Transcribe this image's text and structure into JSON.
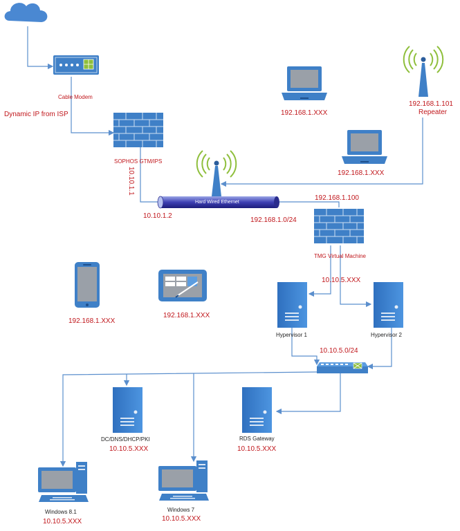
{
  "colors": {
    "line": "#5b8fcd",
    "device_blue": "#3f80c7",
    "device_blue_light": "#5c9de0",
    "label_red": "#c0161b",
    "wifi_green": "#8fbf3c"
  },
  "labels": {
    "cable_modem": "Cable Modem",
    "dynamic_ip": "Dynamic IP from ISP",
    "sophos": "SOPHOS GTM/IPS",
    "sophos_ip_vertical": "10.10.1.1",
    "ethernet": "Hard Wired Ethernet",
    "ethernet_left_ip": "10.10.1.2",
    "subnet_192": "192.168.1.0/24",
    "tmg_ip": "192.168.1.100",
    "laptop1_ip": "192.168.1.XXX",
    "laptop2_ip": "192.168.1.XXX",
    "repeater_ip": "192.168.1.101",
    "repeater": "Repeater",
    "tmg": "TMG Virtual Machine",
    "tmg_inner_ip": "10.10.5.XXX",
    "phone_ip": "192.168.1.XXX",
    "tablet_ip": "192.168.1.XXX",
    "hypervisor1": "Hypervisor 1",
    "hypervisor2": "Hypervisor 2",
    "subnet_10": "10.10.5.0/24",
    "dc": "DC/DNS/DHCP/PKI",
    "dc_ip": "10.10.5.XXX",
    "rds": "RDS Gateway",
    "rds_ip": "10.10.5.XXX",
    "win81": "Windows 8.1",
    "win81_ip": "10.10.5.XXX",
    "win7": "Windows 7",
    "win7_ip": "10.10.5.XXX"
  },
  "icons": {
    "cloud": "cloud-icon",
    "modem": "cable-modem-icon",
    "firewall": "firewall-icon",
    "wireless_ap": "wireless-access-point-icon",
    "laptop": "laptop-icon",
    "repeater": "wireless-repeater-icon",
    "phone": "smartphone-icon",
    "tablet": "tablet-icon",
    "server": "server-icon",
    "switch": "network-switch-icon",
    "workstation": "workstation-icon"
  }
}
